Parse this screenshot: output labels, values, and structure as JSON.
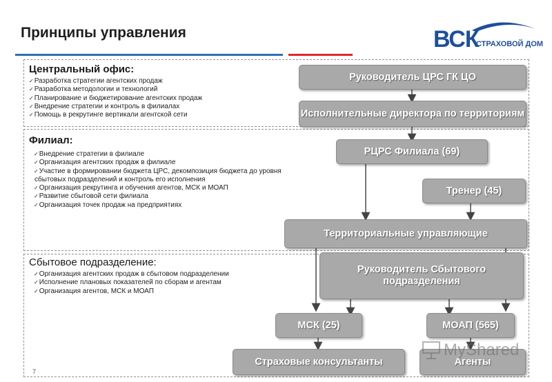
{
  "header": {
    "title": "Принципы управления",
    "brand_logo": "ВСК",
    "brand_sub": "СТРАХОВОЙ ДОМ",
    "colors": {
      "blue": "#2f6db3",
      "red": "#e0262b",
      "logo": "#1d4f9c",
      "box": "#a9a9a9"
    }
  },
  "sections": {
    "central": {
      "title": "Центральный офис:",
      "items": [
        "Разработка стратегии агентских продаж",
        "Разработка методологии и технологий",
        "Планирование и бюджетирование агентских продаж",
        "Внедрение  стратегии и контроль в филиалах",
        "Помощь в рекрутинге вертикали агентской сети"
      ]
    },
    "branch": {
      "title": "Филиал:",
      "items": [
        "Внедрение стратегии в филиале",
        "Организация агентских продаж в филиале",
        "Участие в формировании  бюджета ЦРС,  декомпозиция бюджета  до уровня",
        "сбытовых подразделений и контроль его  исполнения",
        "Организация рекрутинга и обучения агентов, МСК и МОАП",
        "Развитие сбытовой сети филиала",
        "Организация точек продаж на предприятиях"
      ]
    },
    "sales": {
      "title": "Сбытовое подразделение:",
      "items": [
        "Организация агентских продаж в сбытовом подразделении",
        "Исполнение плановых показателей по сборам и агентам",
        "Организация  агентов, МСК и МОАП"
      ]
    }
  },
  "boxes": {
    "head_crs": "Руководитель ЦРС ГК ЦО",
    "exec_directors": "Исполнительные директора по территориям",
    "rcrs_branch": "РЦРС Филиала (69)",
    "trainer": "Тренер (45)",
    "territorial": "Территориальные управляющие",
    "sales_head": "Руководитель Сбытового подразделения",
    "msk": "МСК (25)",
    "moap": "МОАП (565)",
    "consultants": "Страховые консультанты",
    "agents": "Агенты"
  },
  "footer": {
    "page_number": "7",
    "watermark": "MyShared"
  }
}
